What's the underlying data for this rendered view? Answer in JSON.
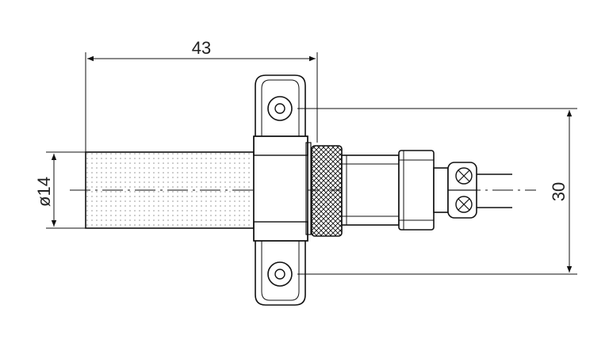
{
  "drawing": {
    "dimensions": {
      "length": "43",
      "height": "30",
      "diameter": "ø14"
    }
  },
  "colors": {
    "line": "#111111",
    "fill": "#ffffff",
    "stipple": "#555555"
  }
}
